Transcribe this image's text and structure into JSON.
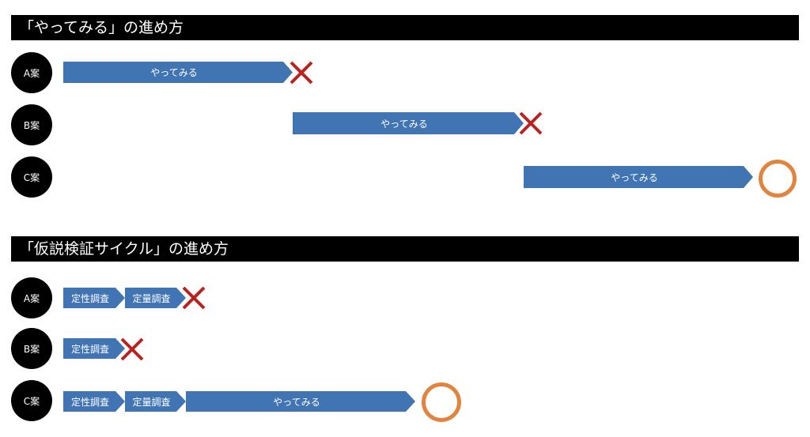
{
  "section1": {
    "title": "「やってみる」の進め方",
    "rows": [
      {
        "label": "A案",
        "steps": [
          "やってみる"
        ],
        "result": "fail"
      },
      {
        "label": "B案",
        "steps": [
          "やってみる"
        ],
        "result": "fail"
      },
      {
        "label": "C案",
        "steps": [
          "やってみる"
        ],
        "result": "success"
      }
    ]
  },
  "section2": {
    "title": "「仮説検証サイクル」の進め方",
    "rows": [
      {
        "label": "A案",
        "steps": [
          "定性調査",
          "定量調査"
        ],
        "result": "fail"
      },
      {
        "label": "B案",
        "steps": [
          "定性調査"
        ],
        "result": "fail"
      },
      {
        "label": "C案",
        "steps": [
          "定性調査",
          "定量調査",
          "やってみる"
        ],
        "result": "success"
      }
    ]
  },
  "colors": {
    "arrow": "#4174b3",
    "fail": "#b8231f",
    "success": "#e1843e"
  }
}
